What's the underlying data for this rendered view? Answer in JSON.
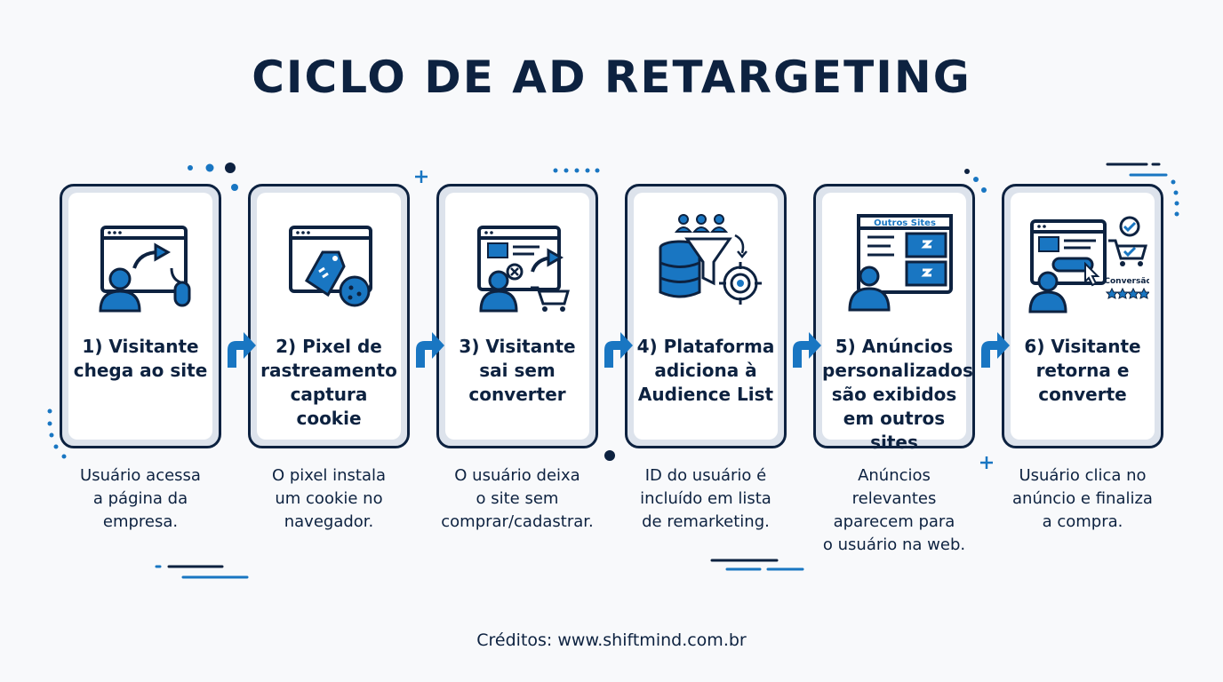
{
  "title": "CICLO DE AD RETARGETING",
  "colors": {
    "navy": "#0d2240",
    "blue": "#1976c2",
    "card_border": "#0d2240"
  },
  "steps": [
    {
      "title": "1) Visitante\nchega ao site",
      "description": "Usuário acessa\na página da\nempresa.",
      "icon": "visitor-website-icon"
    },
    {
      "title": "2) Pixel de\nrastreamento\ncaptura\ncookie",
      "description": "O pixel instala\num cookie no\nnavegador.",
      "icon": "pixel-cookie-icon"
    },
    {
      "title": "3) Visitante\nsai sem\nconverter",
      "description": "O usuário deixa\no site sem\ncomprar/cadastrar.",
      "icon": "abandon-cart-icon"
    },
    {
      "title": "4) Plataforma\nadiciona à\nAudience List",
      "description": "ID do usuário é\nincluído em lista\nde remarketing.",
      "icon": "database-funnel-icon"
    },
    {
      "title": "5) Anúncios\npersonalizados\nsão exibidos\nem outros sites",
      "description": "Anúncios\nrelevantes\naparecem para\no usuário na web.",
      "icon": "ads-other-sites-icon",
      "icon_label": "Outros Sites"
    },
    {
      "title": "6) Visitante\nretorna e\nconverte",
      "description": "Usuário clica no\nanúncio e finaliza\na compra.",
      "icon": "conversion-icon",
      "icon_label": "Conversão"
    }
  ],
  "credits": "Créditos: www.shiftmind.com.br"
}
